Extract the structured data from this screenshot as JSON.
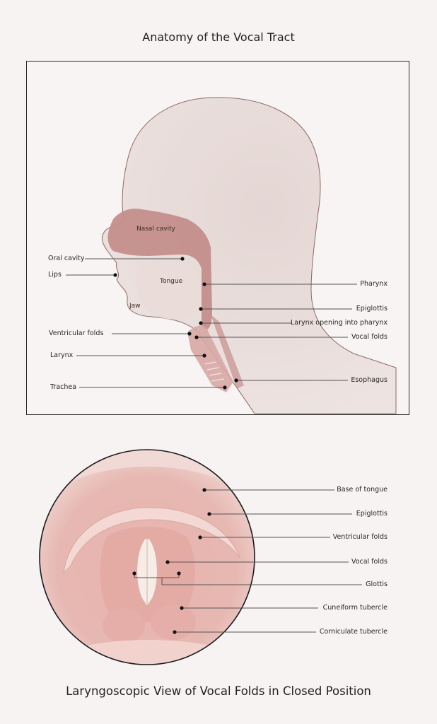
{
  "top_figure": {
    "title": "Anatomy of the Vocal Tract",
    "internal_labels": [
      "Nasal cavity",
      "Tongue",
      "Jaw"
    ],
    "left_labels": [
      "Oral cavity",
      "Lips",
      "Ventricular folds",
      "Larynx",
      "Trachea"
    ],
    "right_labels": [
      "Pharynx",
      "Epiglottis",
      "Larynx opening into pharynx",
      "Vocal folds",
      "Esophagus"
    ]
  },
  "bottom_figure": {
    "title": "Laryngoscopic View of Vocal Folds in Closed Position",
    "right_labels": [
      "Base of tongue",
      "Epiglottis",
      "Ventricular folds",
      "Vocal folds",
      "Glottis",
      "Cuneiform tubercle",
      "Corniculate tubercle"
    ]
  },
  "colors": {
    "background": "#f6f3f2",
    "head_fill": "#e6d8d5",
    "cavity_fill": "#c48e8c",
    "tissue_pink": "#e2a9a4",
    "leader_line": "#555555"
  }
}
